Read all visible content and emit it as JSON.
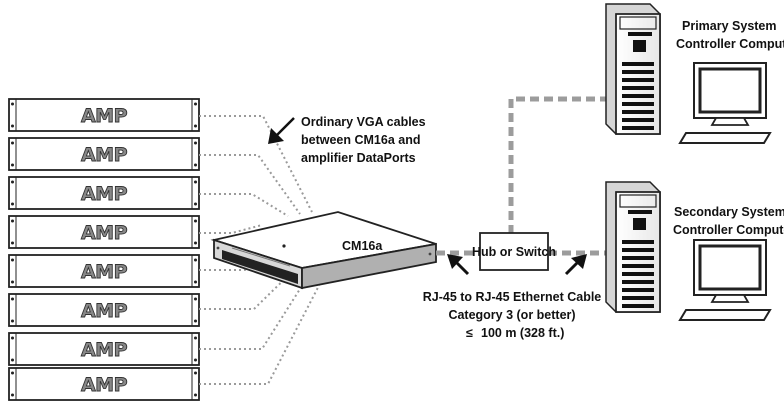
{
  "amplifiers": {
    "label": "AMP",
    "units": [
      "AMP",
      "AMP",
      "AMP",
      "AMP",
      "AMP",
      "AMP",
      "AMP",
      "AMP"
    ]
  },
  "cm16a": {
    "label": "CM16a"
  },
  "vga_note": {
    "line1": "Ordinary VGA cables",
    "line2": "between CM16a and",
    "line3": "amplifier DataPorts"
  },
  "hub": {
    "label": "Hub or Switch"
  },
  "ethernet_note": {
    "line1": "RJ-45 to RJ-45 Ethernet Cable",
    "line2": "Category 3 (or better)",
    "line3_symbol": "≤",
    "line3_value": "100 m (328 ft.)"
  },
  "primary": {
    "line1": "Primary System",
    "line2": "Controller Computer"
  },
  "secondary": {
    "line1": "Secondary System",
    "line2": "Controller Computer"
  }
}
